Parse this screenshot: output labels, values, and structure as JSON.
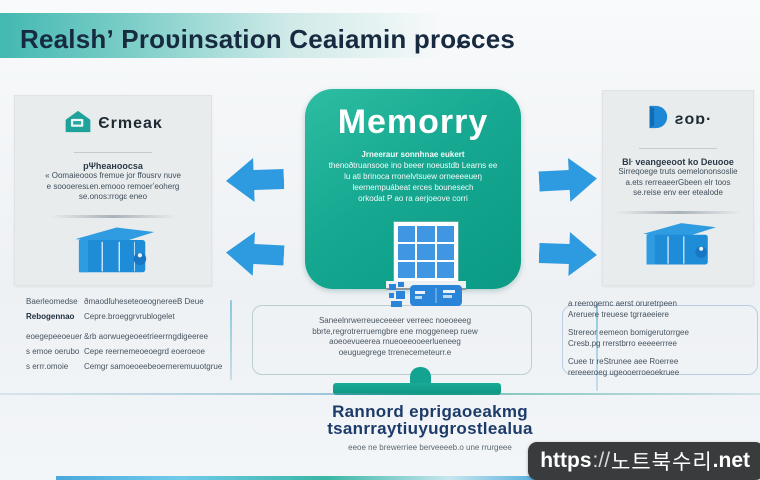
{
  "header": {
    "title": "Realshʼ Proʋinsation Ceaiamin proɕces"
  },
  "left_panel": {
    "logo_text": "Єrmeaĸ",
    "heading": "pΨheaʜoocsa",
    "lines": [
      "« Oomaieooos fremʋe jor ffousrv nuve",
      "e soooeresʟen.emooo remoerʼeoherg",
      "se.onos:rrogɛ eneo"
    ]
  },
  "center_panel": {
    "title": "Memorry",
    "lines": [
      "Jrneeraur sonnhnae eukert",
      "thenoðtruansooe ino beeer noeustdb Learns ee",
      "lu ati brinoca rronelvtsuew orneeeeueŋ",
      "leernempuábeat erces bounesech",
      "orkodat P ao ra aerjoeove corri"
    ]
  },
  "right_panel": {
    "logo_text": "ƨoɒ·",
    "heading": "Bŀ veangeeoot ko Deuooe",
    "lines": [
      "Sirreqoege truts oemelononsoslie",
      "a.ets rerreaeerGbeen elr toos",
      "se.reise env eer etealode"
    ]
  },
  "bottom_left_list": {
    "rows": [
      {
        "label": "Baerleomedse",
        "desc": "ðmaodſuheseteoeognereeB Deue"
      },
      {
        "label": "Rebogennao",
        "desc": "Cepre.broeggrvrublogelet"
      },
      {
        "label": "eoegepeeoeuer",
        "desc": "&rb aorwuegeoeetrieerrngdigeeree"
      },
      {
        "label": "s emoe oerubo",
        "desc": "Cepe reernemeoeoegrd eoeroeoe"
      },
      {
        "label": "s errr.omoie",
        "desc": "Cemgr samoeoeebeoerneremuuotgrue"
      }
    ]
  },
  "bottom_center": {
    "lines": [
      "Saneelnrwerreueceeeer verreec noeoeeeg",
      "bbrte,regrotrerruemgbre ene rnoggeneep ruew",
      "aoeoevueerea rnueoeeooeerlueneeg",
      "oeuguegrege trrenecemeteurr.e"
    ]
  },
  "bottom_right": {
    "paragraphs": [
      {
        "l1": "a reerogernc aerst oruretrpeen",
        "l2": "Areruere treuese tgrraeeiere"
      },
      {
        "l1": "Strereor eemeon bomigerutorrgee",
        "l2": "Cresb.pg rrerstbrro eeeeerrree"
      },
      {
        "l1": "Cuee tr reStrunee aee Roerree",
        "l2": "rereeeroeg ugeooerroeoekruee"
      }
    ]
  },
  "footer": {
    "title_line1": "Rannord eprigaoeakmg",
    "title_line2": "tsanrraytiuyugrostlealua",
    "caption": "eeoe ne brewerriee berveeeeb.o une rrurgeee"
  },
  "watermark": {
    "scheme": "https",
    "sep": "://",
    "site": "노트북수리",
    "tld": ".net"
  },
  "icons": {
    "left_logo": "house-icon",
    "right_logo": "d-icon",
    "panels": "box-icon",
    "center": "window-icon",
    "center_bottom": "card-icon",
    "flow": "arrow-icon"
  },
  "colors": {
    "teal_accent": "#14a28c",
    "blue_accent": "#2e9be0",
    "navy_text": "#1d3b69",
    "card_bg": "#e9eced",
    "watermark_bg": "#393b3d"
  }
}
